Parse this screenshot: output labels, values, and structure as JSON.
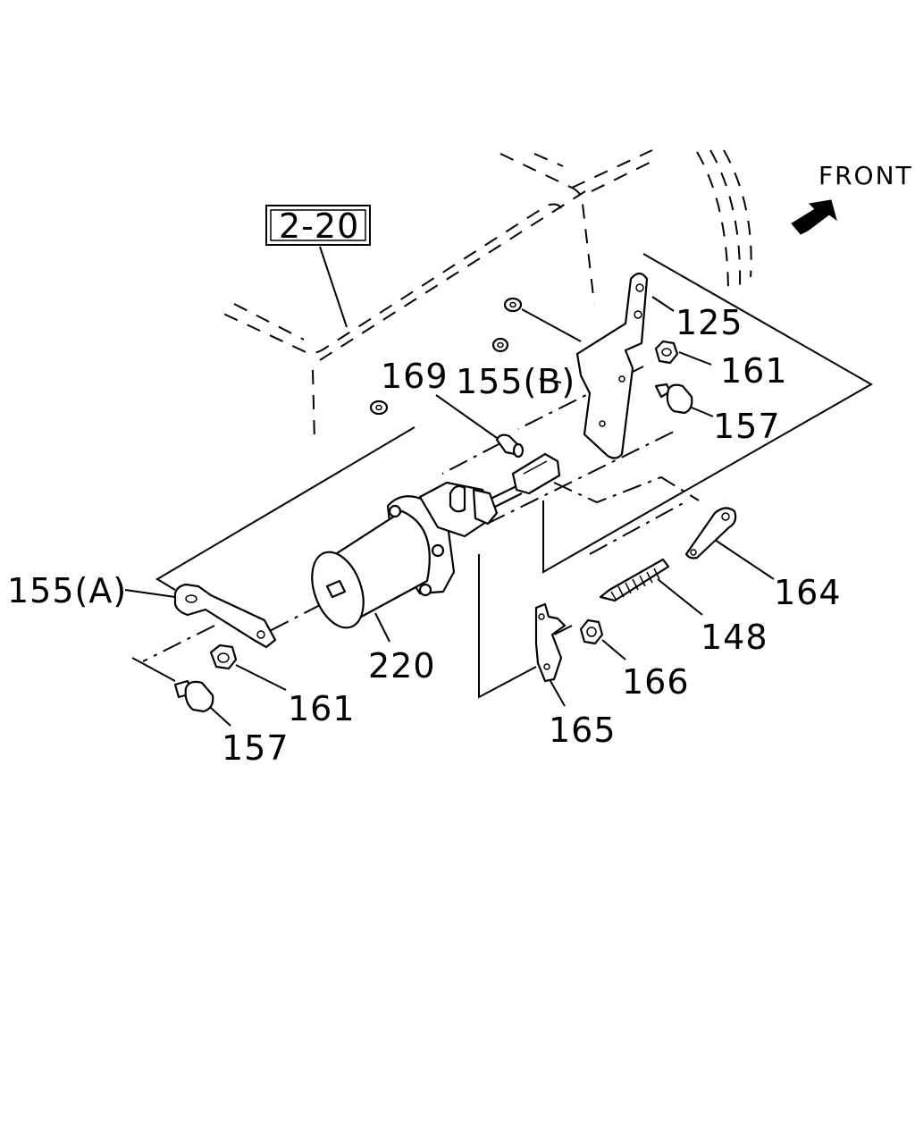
{
  "diagram": {
    "front_label": "FRONT",
    "ref_box": "2-20",
    "callouts": {
      "c125": "125",
      "c161_top": "161",
      "c157_top": "157",
      "c169": "169",
      "c155b": "155(B)",
      "c164": "164",
      "c155a": "155(A)",
      "c148": "148",
      "c220": "220",
      "c166": "166",
      "c161_bottom": "161",
      "c165": "165",
      "c157_bottom": "157"
    },
    "icons": {
      "front_arrow": "arrow-icon"
    }
  }
}
